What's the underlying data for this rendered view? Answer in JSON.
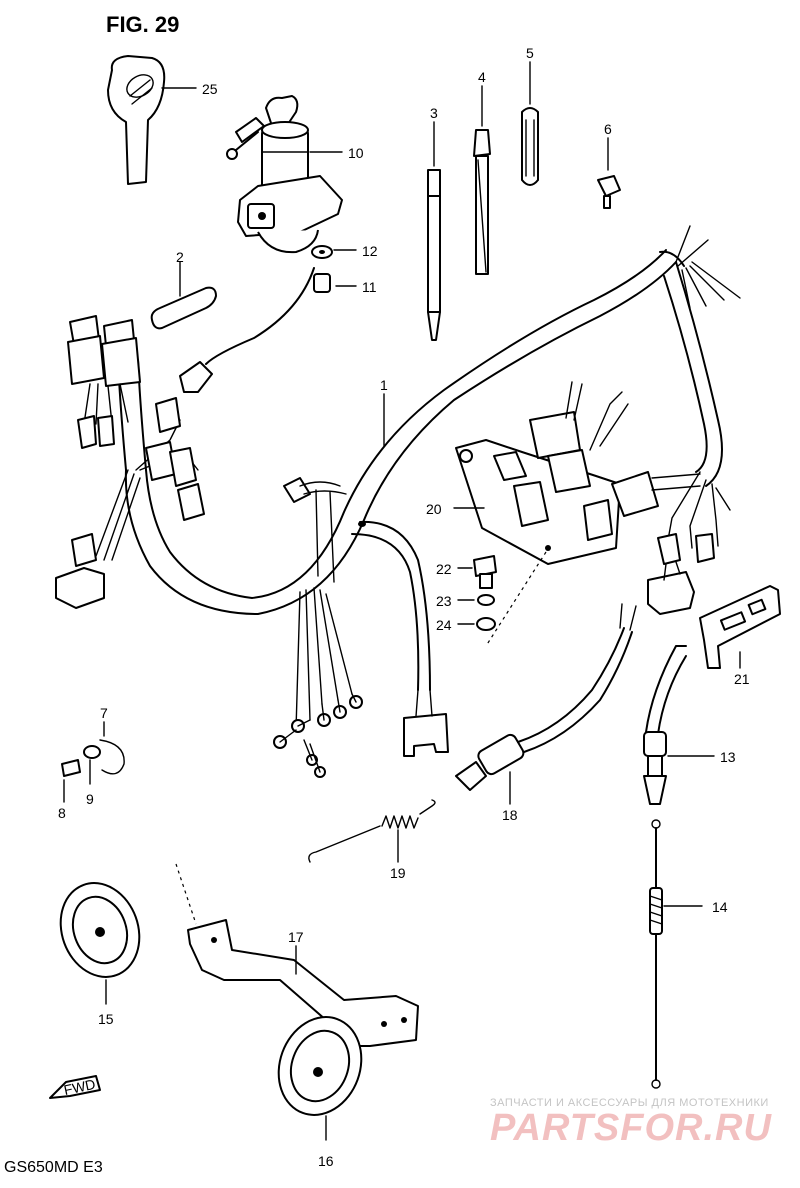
{
  "figure": {
    "title": "FIG. 29",
    "model_code": "GS650MD  E3",
    "direction_marker": "FWD"
  },
  "callouts": [
    {
      "id": "c1",
      "text": "1"
    },
    {
      "id": "c2",
      "text": "2"
    },
    {
      "id": "c3",
      "text": "3"
    },
    {
      "id": "c4",
      "text": "4"
    },
    {
      "id": "c5",
      "text": "5"
    },
    {
      "id": "c6",
      "text": "6"
    },
    {
      "id": "c7",
      "text": "7"
    },
    {
      "id": "c8",
      "text": "8"
    },
    {
      "id": "c9",
      "text": "9"
    },
    {
      "id": "c10",
      "text": "10"
    },
    {
      "id": "c11",
      "text": "11"
    },
    {
      "id": "c12",
      "text": "12"
    },
    {
      "id": "c13",
      "text": "13"
    },
    {
      "id": "c14",
      "text": "14"
    },
    {
      "id": "c15",
      "text": "15"
    },
    {
      "id": "c16",
      "text": "16"
    },
    {
      "id": "c17",
      "text": "17"
    },
    {
      "id": "c18",
      "text": "18"
    },
    {
      "id": "c19",
      "text": "19"
    },
    {
      "id": "c20",
      "text": "20"
    },
    {
      "id": "c21",
      "text": "21"
    },
    {
      "id": "c22",
      "text": "22"
    },
    {
      "id": "c23",
      "text": "23"
    },
    {
      "id": "c24",
      "text": "24"
    },
    {
      "id": "c25",
      "text": "25"
    }
  ],
  "watermark": {
    "tagline": "ЗАПЧАСТИ И АКСЕССУАРЫ ДЛЯ МОТОТЕХНИКИ",
    "brand": "PARTSFOR.RU"
  }
}
